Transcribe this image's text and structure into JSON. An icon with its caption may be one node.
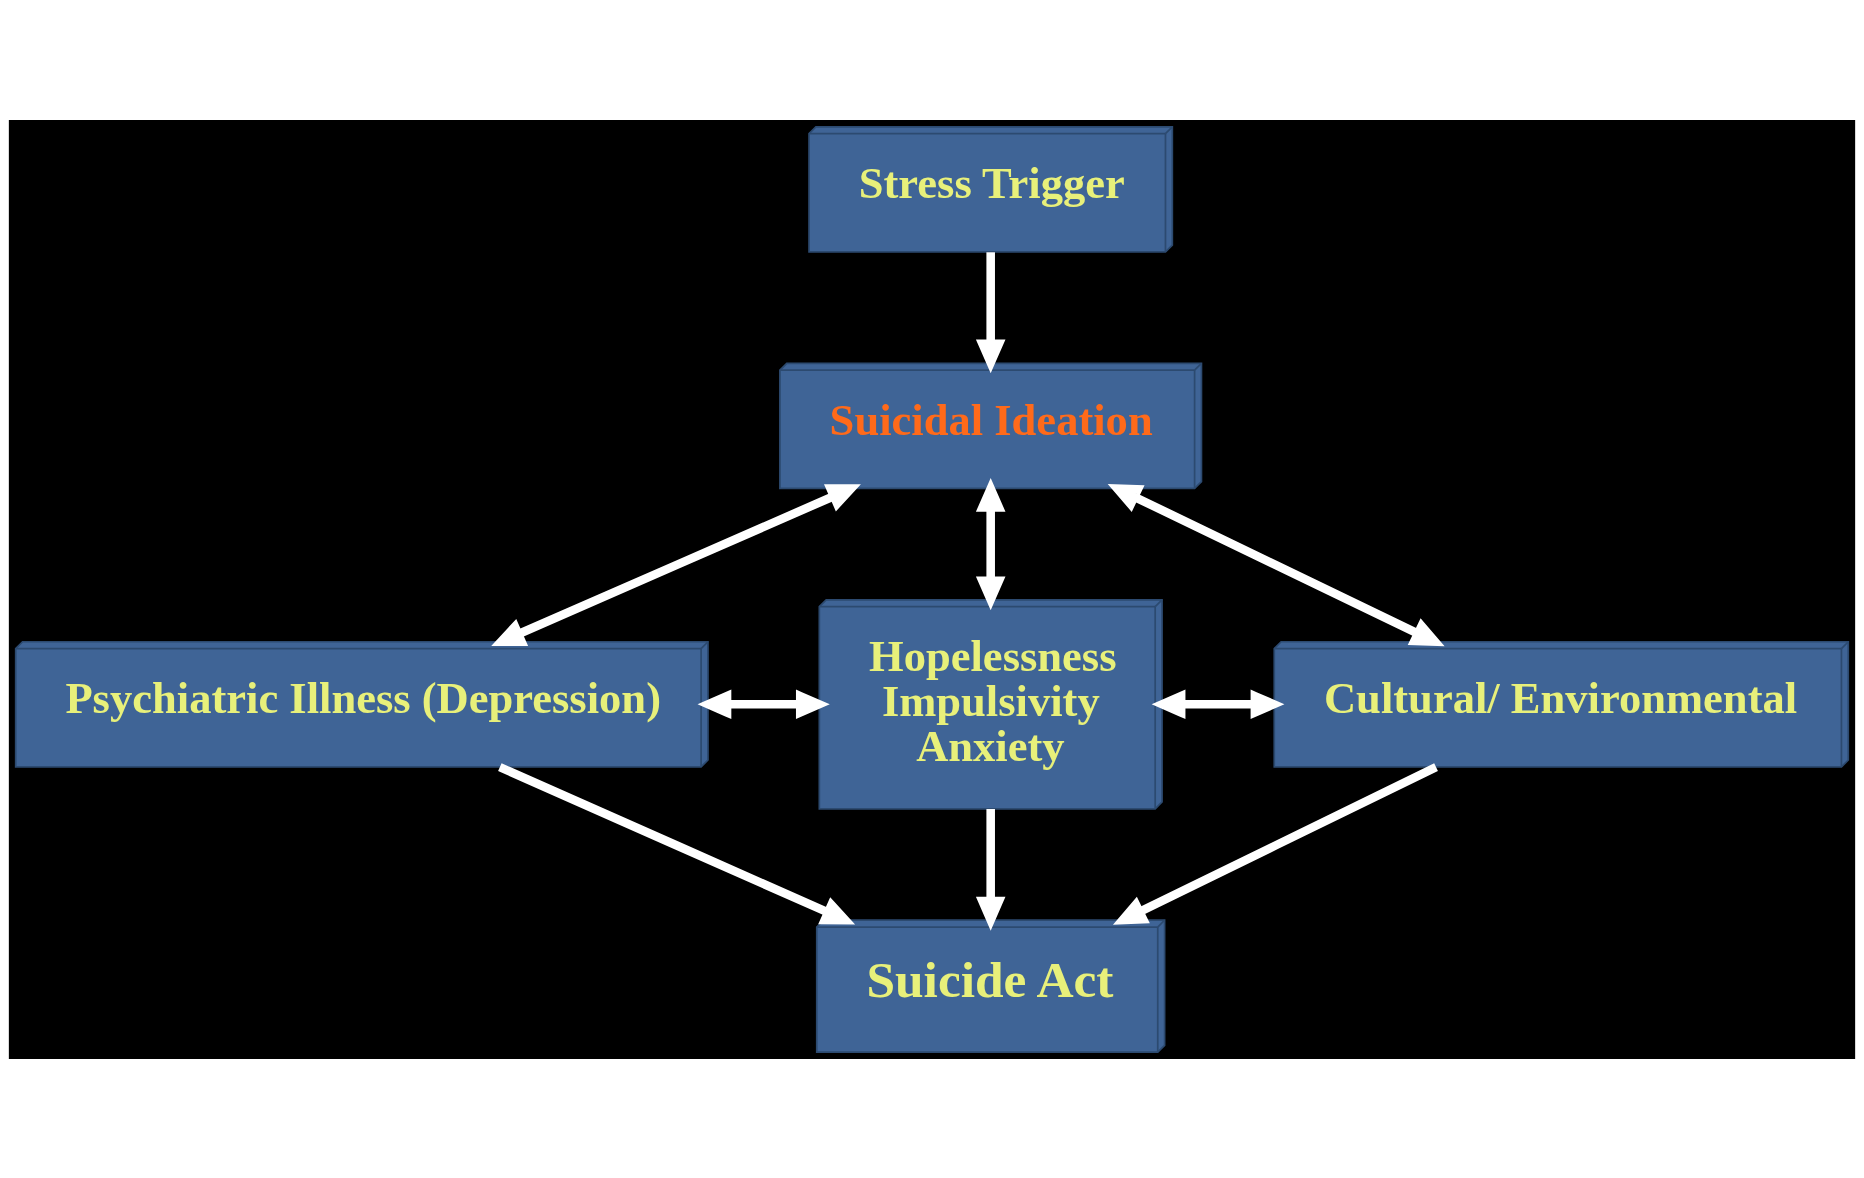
{
  "diagram": {
    "nodes": [
      {
        "text": [
          "Stress Trigger"
        ]
      },
      {
        "text": [
          "Suicidal Ideation"
        ]
      },
      {
        "text": [
          "Psychiatric Illness (Depression)"
        ]
      },
      {
        "text": [
          "Hopelessness",
          "Impulsivity",
          "Anxiety"
        ]
      },
      {
        "text": [
          "Cultural/ Environmental"
        ]
      },
      {
        "text": [
          "Suicide Act"
        ]
      }
    ],
    "edges": [
      {
        "from": 0,
        "to": 1,
        "arrow": "to"
      },
      {
        "from": 1,
        "to": 2,
        "arrow": "both"
      },
      {
        "from": 1,
        "to": 4,
        "arrow": "both"
      },
      {
        "from": 1,
        "to": 3,
        "arrow": "both"
      },
      {
        "from": 2,
        "to": 3,
        "arrow": "both"
      },
      {
        "from": 3,
        "to": 4,
        "arrow": "both"
      },
      {
        "from": 2,
        "to": 5,
        "arrow": "to"
      },
      {
        "from": 3,
        "to": 5,
        "arrow": "to"
      },
      {
        "from": 4,
        "to": 5,
        "arrow": "to"
      }
    ]
  }
}
